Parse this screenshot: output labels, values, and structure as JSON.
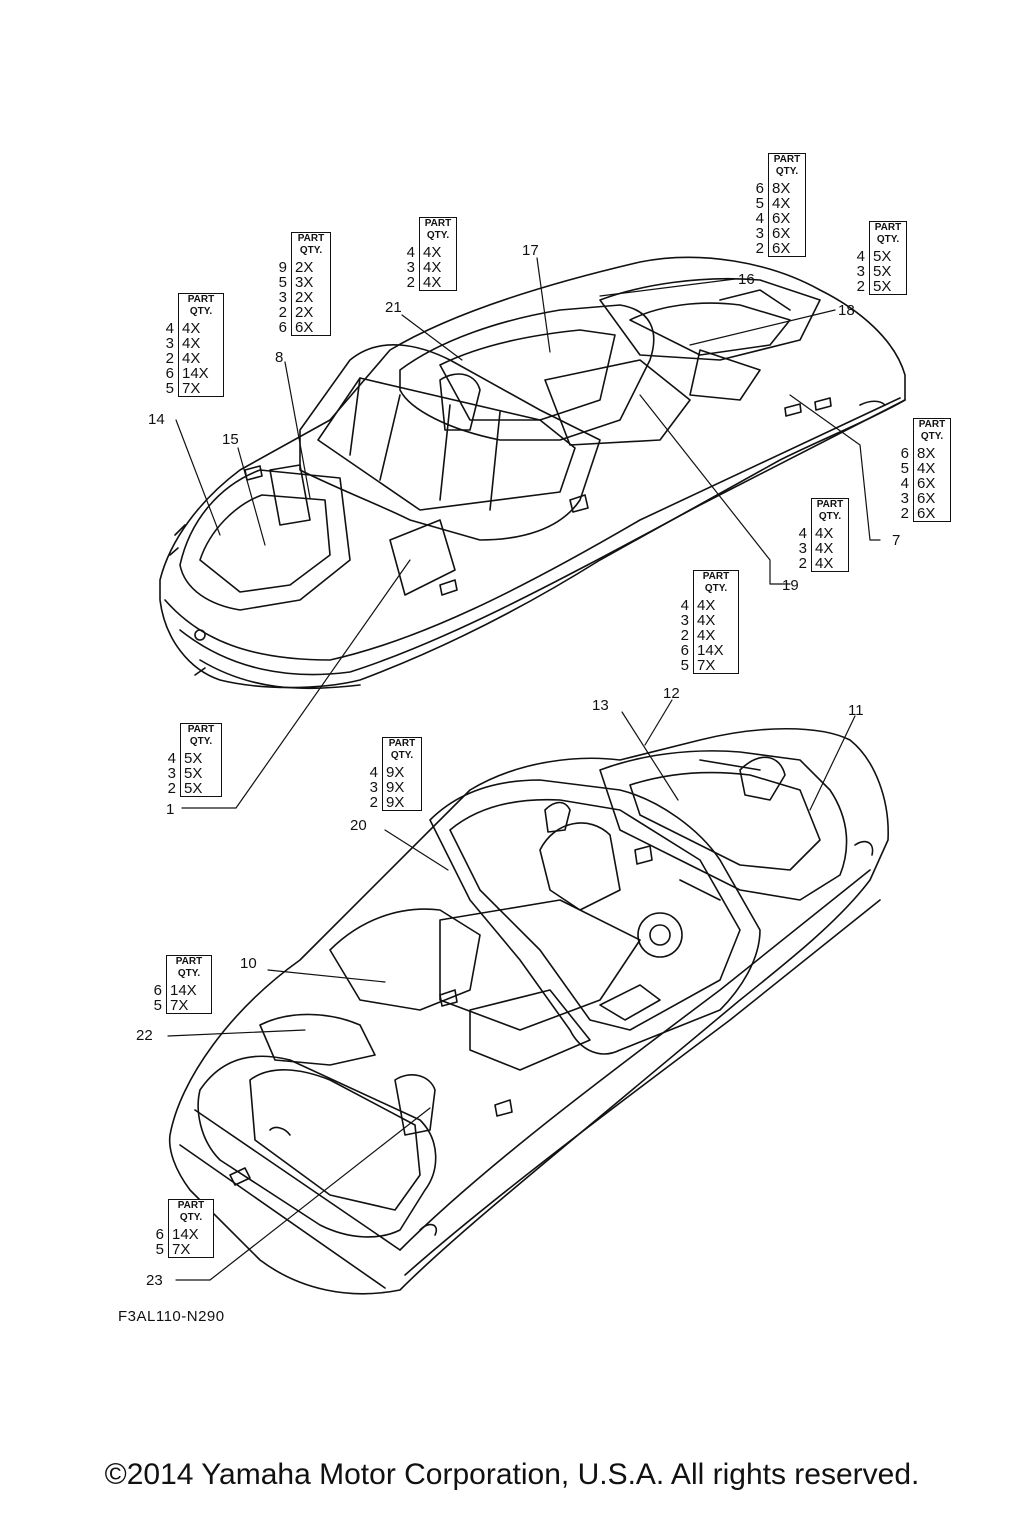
{
  "figure_code": "F3AL110-N290",
  "copyright": "©2014 Yamaha Motor Corporation, U.S.A. All rights reserved.",
  "header_label": "PART",
  "subheader_label": "QTY.",
  "tables": [
    {
      "id": "14",
      "rows": [
        {
          "part": "4",
          "qty": "4X"
        },
        {
          "part": "3",
          "qty": "4X"
        },
        {
          "part": "2",
          "qty": "4X"
        },
        {
          "part": "6",
          "qty": "14X"
        },
        {
          "part": "5",
          "qty": "7X"
        }
      ]
    },
    {
      "id": "8",
      "rows": [
        {
          "part": "9",
          "qty": "2X"
        },
        {
          "part": "5",
          "qty": "3X"
        },
        {
          "part": "3",
          "qty": "2X"
        },
        {
          "part": "2",
          "qty": "2X"
        },
        {
          "part": "6",
          "qty": "6X"
        }
      ]
    },
    {
      "id": "21",
      "rows": [
        {
          "part": "4",
          "qty": "4X"
        },
        {
          "part": "3",
          "qty": "4X"
        },
        {
          "part": "2",
          "qty": "4X"
        }
      ]
    },
    {
      "id": "16",
      "rows": [
        {
          "part": "6",
          "qty": "8X"
        },
        {
          "part": "5",
          "qty": "4X"
        },
        {
          "part": "4",
          "qty": "6X"
        },
        {
          "part": "3",
          "qty": "6X"
        },
        {
          "part": "2",
          "qty": "6X"
        }
      ]
    },
    {
      "id": "18",
      "rows": [
        {
          "part": "4",
          "qty": "5X"
        },
        {
          "part": "3",
          "qty": "5X"
        },
        {
          "part": "2",
          "qty": "5X"
        }
      ]
    },
    {
      "id": "7",
      "rows": [
        {
          "part": "6",
          "qty": "8X"
        },
        {
          "part": "5",
          "qty": "4X"
        },
        {
          "part": "4",
          "qty": "6X"
        },
        {
          "part": "3",
          "qty": "6X"
        },
        {
          "part": "2",
          "qty": "6X"
        }
      ]
    },
    {
      "id": "19",
      "rows": [
        {
          "part": "4",
          "qty": "4X"
        },
        {
          "part": "3",
          "qty": "4X"
        },
        {
          "part": "2",
          "qty": "4X"
        }
      ]
    },
    {
      "id": "12",
      "rows": [
        {
          "part": "4",
          "qty": "4X"
        },
        {
          "part": "3",
          "qty": "4X"
        },
        {
          "part": "2",
          "qty": "4X"
        },
        {
          "part": "6",
          "qty": "14X"
        },
        {
          "part": "5",
          "qty": "7X"
        }
      ]
    },
    {
      "id": "1",
      "rows": [
        {
          "part": "4",
          "qty": "5X"
        },
        {
          "part": "3",
          "qty": "5X"
        },
        {
          "part": "2",
          "qty": "5X"
        }
      ]
    },
    {
      "id": "20",
      "rows": [
        {
          "part": "4",
          "qty": "9X"
        },
        {
          "part": "3",
          "qty": "9X"
        },
        {
          "part": "2",
          "qty": "9X"
        }
      ]
    },
    {
      "id": "22",
      "rows": [
        {
          "part": "6",
          "qty": "14X"
        },
        {
          "part": "5",
          "qty": "7X"
        }
      ]
    },
    {
      "id": "23",
      "rows": [
        {
          "part": "6",
          "qty": "14X"
        },
        {
          "part": "5",
          "qty": "7X"
        }
      ]
    }
  ],
  "callouts": [
    "1",
    "7",
    "8",
    "10",
    "11",
    "12",
    "13",
    "14",
    "15",
    "16",
    "17",
    "18",
    "19",
    "20",
    "21",
    "22",
    "23"
  ]
}
